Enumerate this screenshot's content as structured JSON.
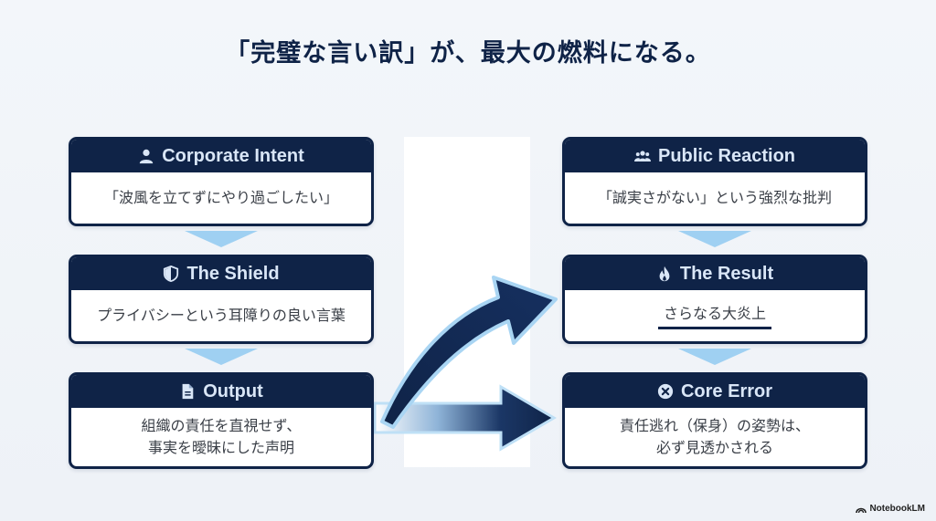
{
  "title": "「完璧な言い訳」が、最大の燃料になる。",
  "left_column": [
    {
      "heading": "Corporate Intent",
      "icon": "user-icon",
      "lines": [
        "「波風を立てずにやり過ごしたい」"
      ]
    },
    {
      "heading": "The Shield",
      "icon": "shield-icon",
      "lines": [
        "プライバシーという耳障りの良い言葉"
      ]
    },
    {
      "heading": "Output",
      "icon": "document-icon",
      "lines": [
        "組織の責任を直視せず、",
        "事実を曖昧にした声明"
      ]
    }
  ],
  "right_column": [
    {
      "heading": "Public Reaction",
      "icon": "users-icon",
      "lines": [
        "「誠実さがない」という強烈な批判"
      ]
    },
    {
      "heading": "The Result",
      "icon": "flame-icon",
      "lines": [
        "さらなる大炎上"
      ]
    },
    {
      "heading": "Core Error",
      "icon": "x-circle-icon",
      "lines": [
        "責任逃れ（保身）の姿勢は、",
        "必ず見透かされる"
      ]
    }
  ],
  "logo": "NotebookLM",
  "colors": {
    "navy": "#0f2347",
    "arrow_light": "#9fd0f2",
    "header_text": "#d9e6f7"
  }
}
